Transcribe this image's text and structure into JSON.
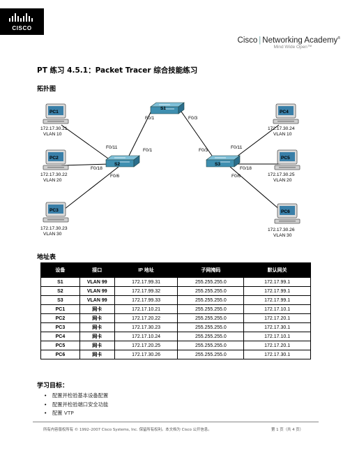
{
  "header": {
    "logo_text": "CISCO",
    "academy_name_left": "Cisco",
    "academy_name_right": "Networking Academy",
    "academy_mark": "®",
    "academy_tagline": "Mind Wide Open™"
  },
  "title": "PT 练习 4.5.1：Packet Tracer 综合技能练习",
  "topology": {
    "heading": "拓扑图",
    "devices": {
      "s1": "S1",
      "s2": "S2",
      "s3": "S3",
      "pc1": "PC1",
      "pc2": "PC2",
      "pc3": "PC3",
      "pc4": "PC4",
      "pc5": "PC5",
      "pc6": "PC6"
    },
    "pc_info": {
      "pc1_ip": "172.17.30.21",
      "pc1_vlan": "VLAN 10",
      "pc2_ip": "172.17.30.22",
      "pc2_vlan": "VLAN 20",
      "pc3_ip": "172.17.30.23",
      "pc3_vlan": "VLAN 30",
      "pc4_ip": "172.17.30.24",
      "pc4_vlan": "VLAN 10",
      "pc5_ip": "172.17.30.25",
      "pc5_vlan": "VLAN 20",
      "pc6_ip": "172.17.30.26",
      "pc6_vlan": "VLAN 30"
    },
    "ports": {
      "s1_left": "F0/1",
      "s1_right": "F0/3",
      "s2_up": "F0/1",
      "s2_pc1": "F0/11",
      "s2_pc2": "F0/18",
      "s2_pc3": "F0/6",
      "s3_up": "F0/3",
      "s3_pc4": "F0/11",
      "s3_pc5": "F0/18",
      "s3_pc6": "F0/6"
    },
    "colors": {
      "switch": "#3f8fb0",
      "link": "#000000",
      "pc_screen": "#3a7fa8"
    }
  },
  "address_table": {
    "heading": "地址表",
    "headers": [
      "设备",
      "接口",
      "IP 地址",
      "子网掩码",
      "默认网关"
    ],
    "rows": [
      [
        "S1",
        "VLAN 99",
        "172.17.99.31",
        "255.255.255.0",
        "172.17.99.1"
      ],
      [
        "S2",
        "VLAN 99",
        "172.17.99.32",
        "255.255.255.0",
        "172.17.99.1"
      ],
      [
        "S3",
        "VLAN 99",
        "172.17.99.33",
        "255.255.255.0",
        "172.17.99.1"
      ],
      [
        "PC1",
        "网卡",
        "172.17.10.21",
        "255.255.255.0",
        "172.17.10.1"
      ],
      [
        "PC2",
        "网卡",
        "172.17.20.22",
        "255.255.255.0",
        "172.17.20.1"
      ],
      [
        "PC3",
        "网卡",
        "172.17.30.23",
        "255.255.255.0",
        "172.17.30.1"
      ],
      [
        "PC4",
        "网卡",
        "172.17.10.24",
        "255.255.255.0",
        "172.17.10.1"
      ],
      [
        "PC5",
        "网卡",
        "172.17.20.25",
        "255.255.255.0",
        "172.17.20.1"
      ],
      [
        "PC6",
        "网卡",
        "172.17.30.26",
        "255.255.255.0",
        "172.17.30.1"
      ]
    ]
  },
  "objectives": {
    "heading": "学习目标：",
    "items": [
      "配置并检验基本设备配置",
      "配置并检验端口安全功能",
      "配置 VTP"
    ]
  },
  "footer": {
    "left": "所有内容版权所有 © 1992–2007 Cisco Systems, Inc. 保留所有权利。本文档为 Cisco 公开信息。",
    "right": "第 1 页（共 4 页）"
  }
}
